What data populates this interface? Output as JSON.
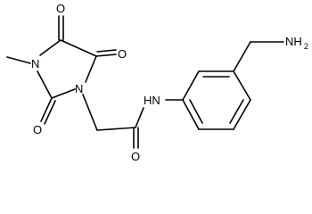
{
  "molecule": {
    "atom_labels": {
      "nh2_symbol": "NH",
      "nh2_subscript": "2",
      "amide_nh": "HN",
      "ring_n_methyl": "N",
      "ring_n_acetyl": "N",
      "amide_o": "O",
      "c2_o": "O",
      "c4_o": "O",
      "c5_o": "O"
    }
  }
}
